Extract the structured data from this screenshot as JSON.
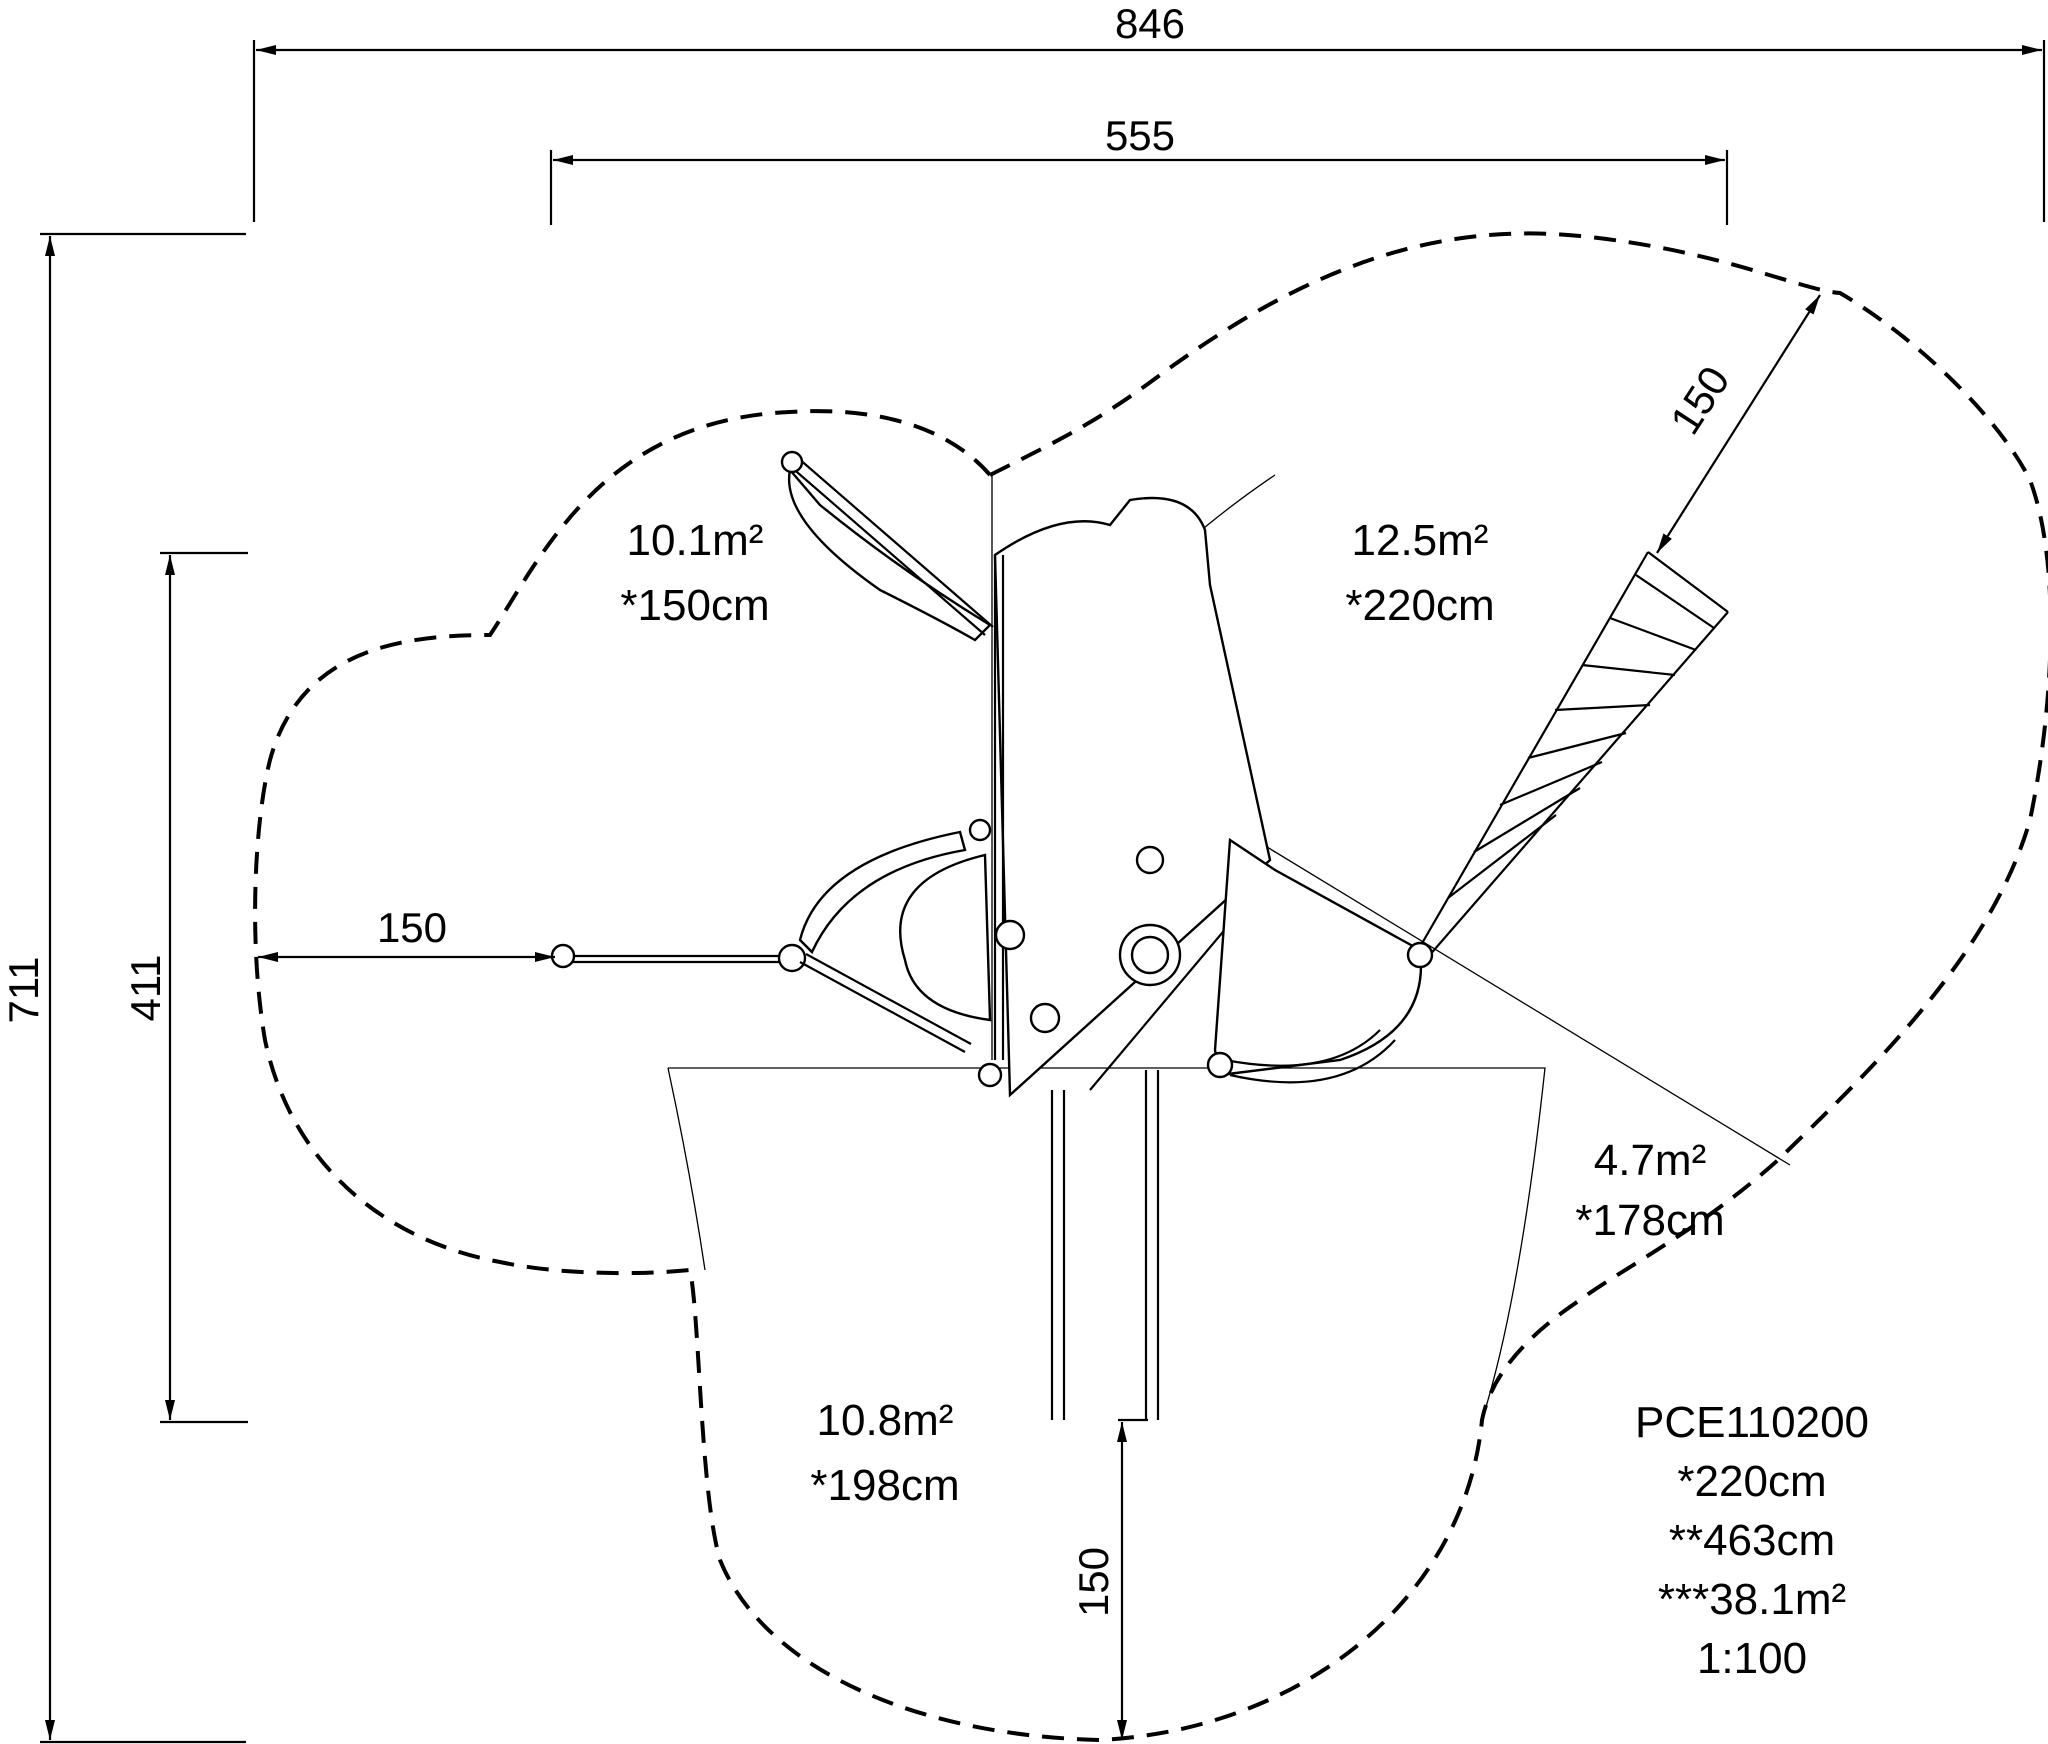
{
  "dimensions": {
    "overall_width": "846",
    "frame_width": "555",
    "overall_depth": "711",
    "frame_depth": "411",
    "left_clearance": "150",
    "top_right_clearance": "150",
    "bottom_clearance": "150"
  },
  "zones": [
    {
      "area": "10.1m²",
      "height": "*150cm"
    },
    {
      "area": "12.5m²",
      "height": "*220cm"
    },
    {
      "area": "4.7m²",
      "height": "*178cm"
    },
    {
      "area": "10.8m²",
      "height": "*198cm"
    }
  ],
  "info": {
    "code": "PCE110200",
    "height": "*220cm",
    "length": "**463cm",
    "area": "***38.1m²",
    "scale": "1:100"
  }
}
